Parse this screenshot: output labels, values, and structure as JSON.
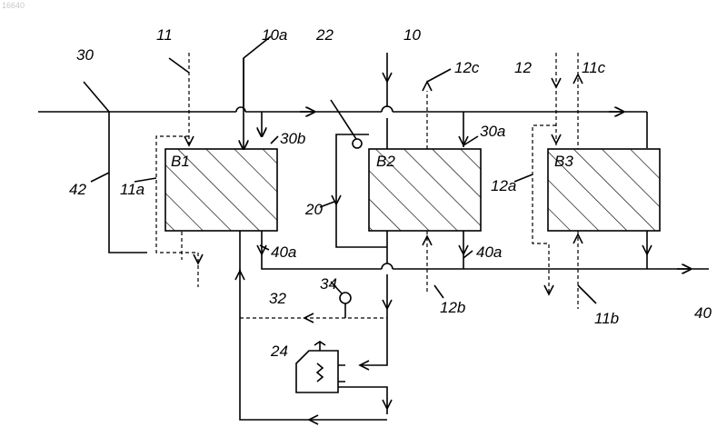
{
  "page_mark": "16640",
  "blocks": {
    "b1": "B1",
    "b2": "B2",
    "b3": "B3"
  },
  "labels": {
    "l30": "30",
    "l11": "11",
    "l10a": "10a",
    "l22": "22",
    "l10": "10",
    "l12c": "12c",
    "l12": "12",
    "l11c": "11c",
    "l30b": "30b",
    "l30a": "30a",
    "l42": "42",
    "l11a": "11a",
    "l20": "20",
    "l12a": "12a",
    "l40a_left": "40a",
    "l40a_right": "40a",
    "l34": "34",
    "l12b": "12b",
    "l11b": "11b",
    "l40": "40",
    "l32": "32",
    "l24": "24"
  }
}
